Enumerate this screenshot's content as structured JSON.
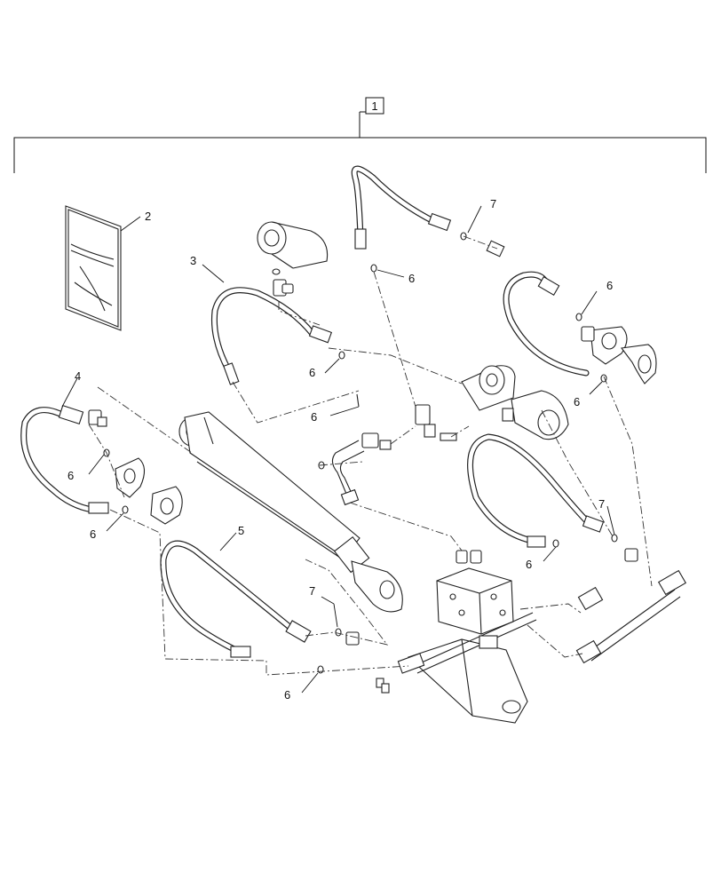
{
  "diagram": {
    "callouts": {
      "kit": "1",
      "manual": "2",
      "hose_3": "3",
      "hose_4": "4",
      "hose_5": "5",
      "o_ring_a": "6",
      "o_ring_b": "6",
      "o_ring_c": "6",
      "o_ring_d": "6",
      "o_ring_e": "6",
      "o_ring_f": "6",
      "o_ring_g": "6",
      "o_ring_h": "6",
      "o_ring_i": "6",
      "fitting_a": "7",
      "fitting_b": "7",
      "fitting_c": "7"
    }
  }
}
